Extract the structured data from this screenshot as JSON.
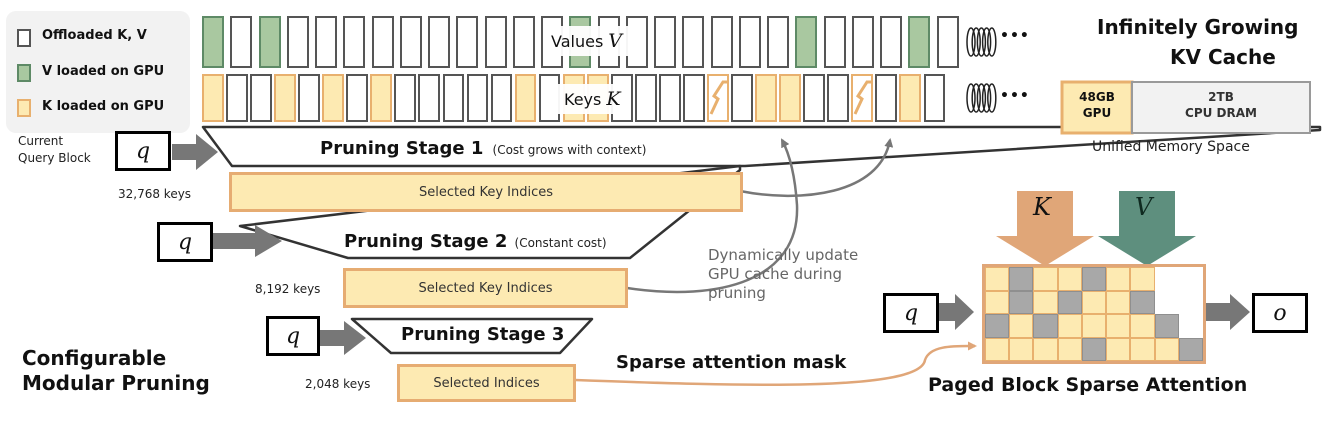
{
  "legend": {
    "offloaded": "Offloaded K, V",
    "v_loaded": "V loaded on GPU",
    "k_loaded": "K loaded on GPU"
  },
  "cache": {
    "values_label": "Values",
    "values_symbol": "V",
    "keys_label": "Keys",
    "keys_symbol": "K",
    "ellipsis": "•••",
    "title_line1": "Infinitely Growing",
    "title_line2": "KV Cache",
    "gpu_line1": "48GB",
    "gpu_line2": "GPU",
    "dram_line1": "2TB",
    "dram_line2": "CPU DRAM",
    "memory_caption": "Unified Memory Space",
    "value_cells": [
      "v",
      "o",
      "v",
      "o",
      "o",
      "o",
      "o",
      "o",
      "o",
      "o",
      "o",
      "o",
      "o",
      "v",
      "o",
      "o",
      "o",
      "o",
      "o",
      "o",
      "o",
      "v",
      "o",
      "o",
      "o",
      "v",
      "o"
    ],
    "key_cells": [
      "k",
      "o",
      "o",
      "k",
      "o",
      "k",
      "o",
      "k",
      "o",
      "o",
      "o",
      "o",
      "o",
      "k",
      "o",
      "k",
      "k",
      "o",
      "o",
      "o",
      "o",
      "x",
      "o",
      "k",
      "k",
      "o",
      "o",
      "x",
      "o",
      "k",
      "o"
    ]
  },
  "pruning": {
    "current_query_line1": "Current",
    "current_query_line2": "Query Block",
    "q_symbol": "q",
    "o_symbol": "o",
    "stage1_title": "Pruning Stage 1",
    "stage1_note": "(Cost grows with context)",
    "stage1_keys": "32,768 keys",
    "stage1_selected": "Selected Key Indices",
    "stage2_title": "Pruning Stage 2",
    "stage2_note": "(Constant cost)",
    "stage2_keys": "8,192 keys",
    "stage2_selected": "Selected Key Indices",
    "stage3_title": "Pruning Stage 3",
    "stage3_keys": "2,048 keys",
    "stage3_selected": "Selected Indices",
    "update_line1": "Dynamically update",
    "update_line2": "GPU cache during",
    "update_line3": "pruning",
    "modular_line1": "Configurable",
    "modular_line2": "Modular Pruning"
  },
  "attention": {
    "k_symbol": "K",
    "v_symbol": "V",
    "mask_label": "Sparse attention mask",
    "title": "Paged Block Sparse Attention",
    "grid": [
      [
        1,
        0,
        1,
        1,
        0,
        1,
        1,
        2,
        2
      ],
      [
        1,
        0,
        1,
        0,
        1,
        1,
        0,
        2,
        2
      ],
      [
        0,
        1,
        0,
        1,
        1,
        1,
        1,
        0,
        2
      ],
      [
        1,
        1,
        1,
        1,
        0,
        1,
        1,
        1,
        0
      ]
    ]
  },
  "colors": {
    "k_fill": "#fdeab2",
    "k_border": "#e8b06e",
    "v_fill": "#a9c8a0",
    "v_border": "#5e8a66",
    "gray_cell": "#a8a8a8",
    "arrow": "#777777",
    "k_arrow": "#e0a678",
    "v_arrow": "#5e8f7e"
  }
}
